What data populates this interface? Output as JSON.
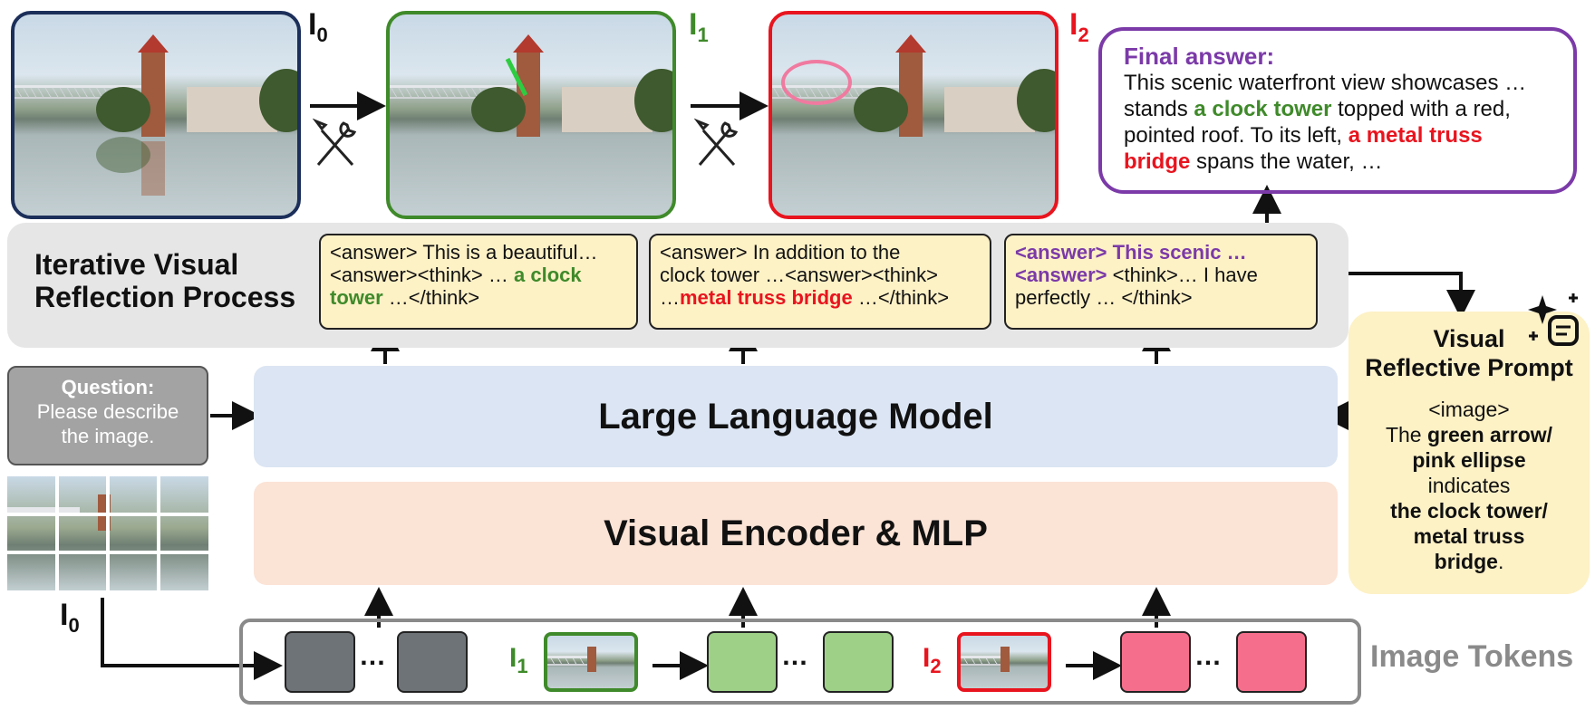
{
  "top_images": [
    {
      "label": "I",
      "sub": "0"
    },
    {
      "label": "I",
      "sub": "1"
    },
    {
      "label": "I",
      "sub": "2"
    }
  ],
  "final_answer": {
    "title": "Final answer:",
    "t1": "This scenic waterfront view showcases … stands ",
    "h1": "a clock tower",
    "t2": " topped with a red, pointed roof. To its left, ",
    "h2": "a metal truss bridge",
    "t3": " spans the water, …"
  },
  "reflection": {
    "title_line1": "Iterative Visual",
    "title_line2": "Reflection Process",
    "box1": {
      "t1": "<answer> This is a beautiful…",
      "t2": "<answer><think> … ",
      "h": "a clock tower",
      "t3": " …</think>"
    },
    "box2": {
      "t1": "<answer> In addition to the",
      "t2": "clock tower …<answer><think>",
      "t3": "…",
      "h": "metal truss bridge",
      "t4": " …</think>"
    },
    "box3": {
      "h1": "<answer> This scenic …",
      "h2": "<answer>",
      "t1": " <think>… I have",
      "t2": "perfectly … </think>"
    }
  },
  "question": {
    "title": "Question:",
    "text": "Please describe the image."
  },
  "input_label": {
    "label": "I",
    "sub": "0"
  },
  "llm_label": "Large Language Model",
  "encoder_label": "Visual Encoder & MLP",
  "prompt": {
    "title_line1": "Visual",
    "title_line2": "Reflective Prompt",
    "l1": "<image>",
    "l2a": "The ",
    "l2b": "green arrow/",
    "l3": "pink ellipse",
    "l4": "indicates",
    "l5": "the clock tower/",
    "l6": "metal truss",
    "l7": "bridge",
    "l7b": "."
  },
  "tokens": {
    "label": "Image Tokens",
    "ellipsis": "…",
    "i1": {
      "label": "I",
      "sub": "1"
    },
    "i2": {
      "label": "I",
      "sub": "2"
    }
  },
  "colors": {
    "navy": "#1c2f5a",
    "green": "#3f8a2a",
    "red": "#e8141e",
    "purple": "#7b3aa8",
    "gray_token": "#6e7378",
    "green_token": "#9ed088",
    "pink_token": "#f56f8c",
    "llm_bg": "#dbe5f3",
    "encoder_bg": "#fbe3d6",
    "prompt_bg": "#fdf1c6",
    "process_bg": "#e6e6e6"
  },
  "icons": [
    "tools-icon",
    "sparkle-icon",
    "arrow-icon"
  ]
}
